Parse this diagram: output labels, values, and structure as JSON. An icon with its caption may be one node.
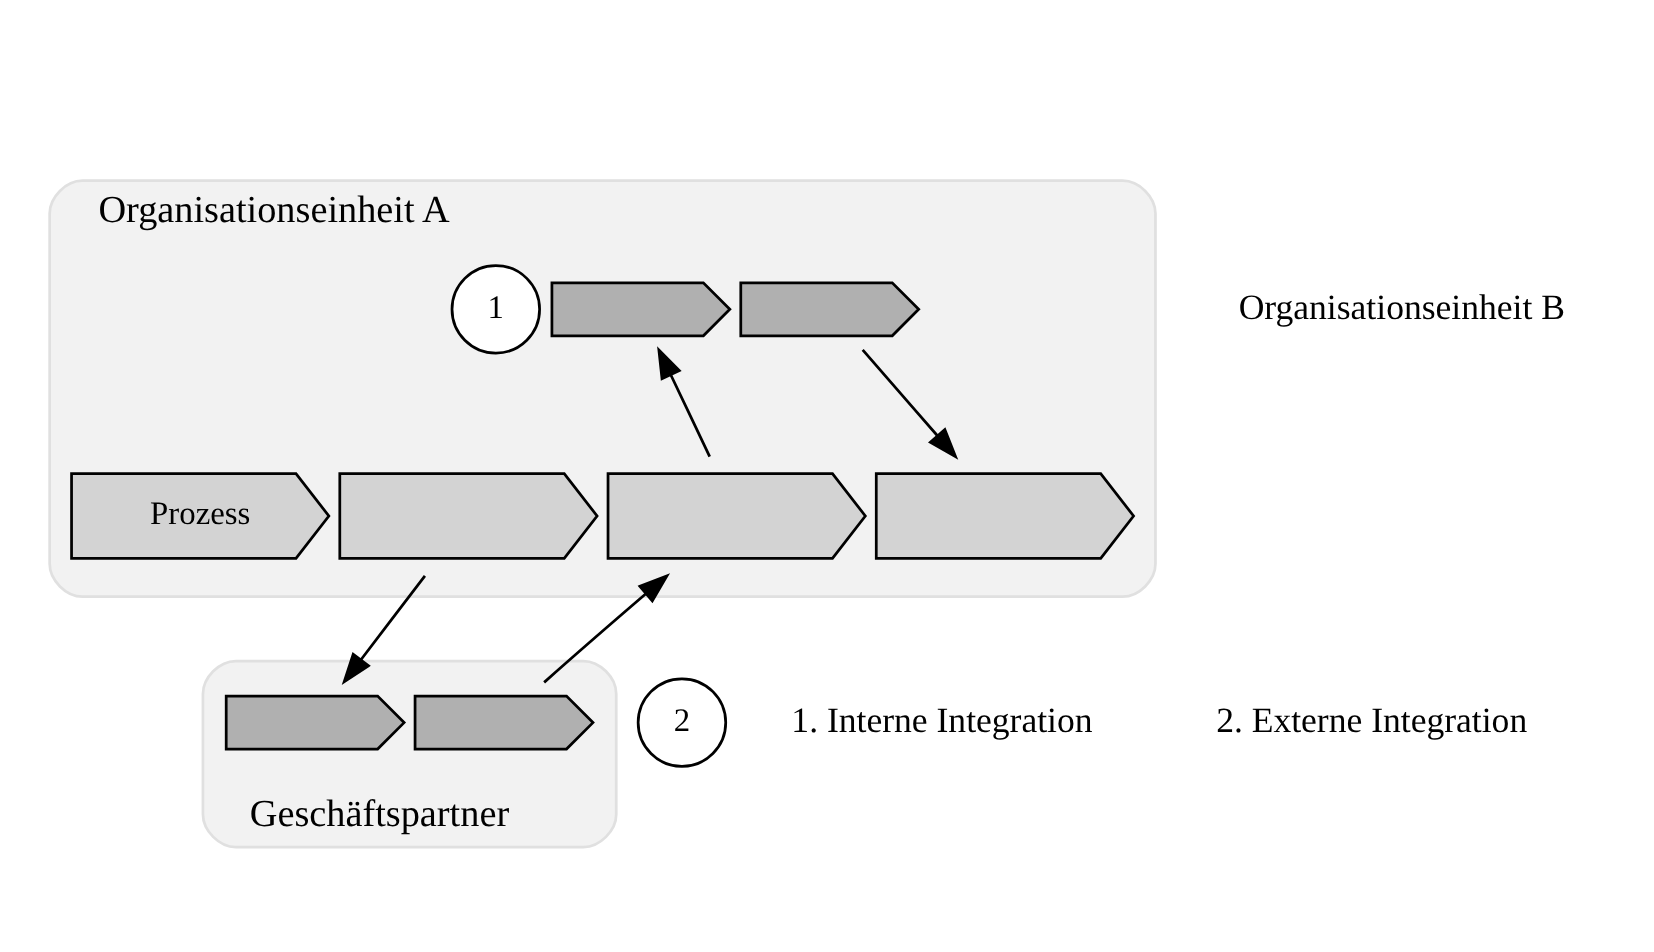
{
  "diagram": {
    "nodes": [
      {
        "text": [
          "Organisationseinheit A"
        ]
      },
      {
        "text": [
          "Prozess"
        ],
        "in": 0
      },
      {
        "text": [],
        "shape": "chevron",
        "in": 0
      },
      {
        "text": [],
        "shape": "chevron",
        "in": 0
      },
      {
        "text": [],
        "shape": "chevron",
        "in": 0
      },
      {
        "text": [],
        "shape": "chevron",
        "in": 0
      },
      {
        "text": [],
        "shape": "chevron",
        "in": 0
      },
      {
        "text": [
          "1"
        ],
        "in": 0
      },
      {
        "text": [
          "Geschäftspartner"
        ]
      },
      {
        "text": [],
        "shape": "chevron",
        "in": 8
      },
      {
        "text": [],
        "shape": "chevron",
        "in": 8
      },
      {
        "text": [
          "2"
        ]
      }
    ],
    "edges": [
      {
        "from": 3,
        "to": 5,
        "arrow": "to"
      },
      {
        "from": 6,
        "to": 4,
        "arrow": "to"
      },
      {
        "from": 2,
        "to": 9,
        "arrow": "to"
      },
      {
        "from": 10,
        "to": 3,
        "arrow": "to"
      }
    ],
    "labels": [
      "Organisationseinheit B",
      "1. Interne Integration",
      "2. Externe Integration"
    ]
  }
}
